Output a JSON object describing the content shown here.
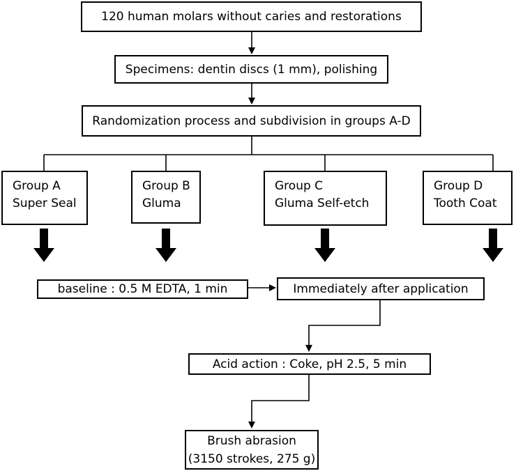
{
  "steps": {
    "molars": "120 human molars without caries and restorations",
    "specimens": "Specimens: dentin discs (1 mm), polishing",
    "randomization": "Randomization process and subdivision in groups A-D"
  },
  "groups": [
    {
      "name": "Group A",
      "material": "Super Seal"
    },
    {
      "name": "Group B",
      "material": "Gluma"
    },
    {
      "name": "Group C",
      "material": "Gluma Self-etch"
    },
    {
      "name": "Group D",
      "material": "Tooth Coat"
    }
  ],
  "measurements": {
    "baseline": "baseline : 0.5 M EDTA, 1 min",
    "after_application": "Immediately after application"
  },
  "acid": "Acid action : Coke, pH 2.5, 5 min",
  "brush": {
    "line1": "Brush abrasion",
    "line2": "(3150 strokes, 275 g)"
  }
}
